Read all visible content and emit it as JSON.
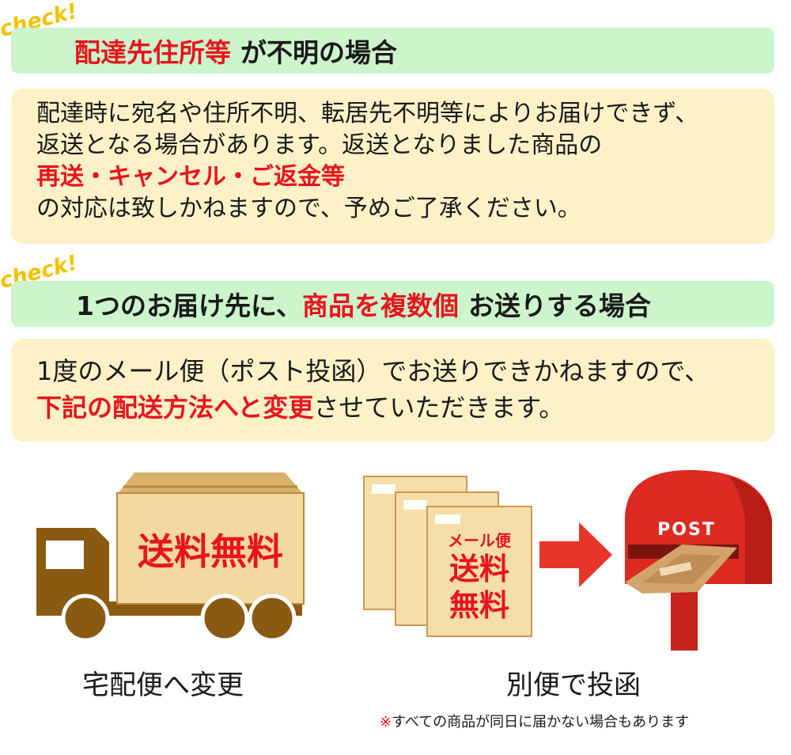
{
  "check_label": "check!",
  "section1": {
    "heading_red": "配達先住所等",
    "heading_black": "が不明の場合",
    "line1": "配達時に宛名や住所不明、転居先不明等によりお届けできず、",
    "line2": "返送となる場合があります。返送となりました商品の",
    "line3_red": "再送・キャンセル・ご返金等",
    "line4": "の対応は致しかねますので、予めご了承ください。"
  },
  "section2": {
    "heading_black1": "1つのお届け先に、",
    "heading_red": "商品を複数個",
    "heading_black2": "お送りする場合",
    "line1": "1度のメール便（ポスト投函）でお送りできかねますので、",
    "line2_red": "下記の配送方法へと変更",
    "line2_black": "させていただきます。"
  },
  "truck": {
    "label": "送料無料",
    "caption": "宅配便へ変更"
  },
  "mail": {
    "line1": "メール便",
    "line2": "送料",
    "line3": "無料",
    "post_label": "POST",
    "caption": "別便で投函"
  },
  "footnote": {
    "mark": "※",
    "text": "すべての商品が同日に届かない場合もあります"
  },
  "colors": {
    "accent_red": "#e8141c",
    "band_green": "#ccf5cc",
    "note_cream": "#fdf1c8",
    "check_yellow": "#f2c200",
    "truck_brown": "#8a5a12",
    "box_tan": "#f3d8a0",
    "post_red": "#dd2a22"
  }
}
